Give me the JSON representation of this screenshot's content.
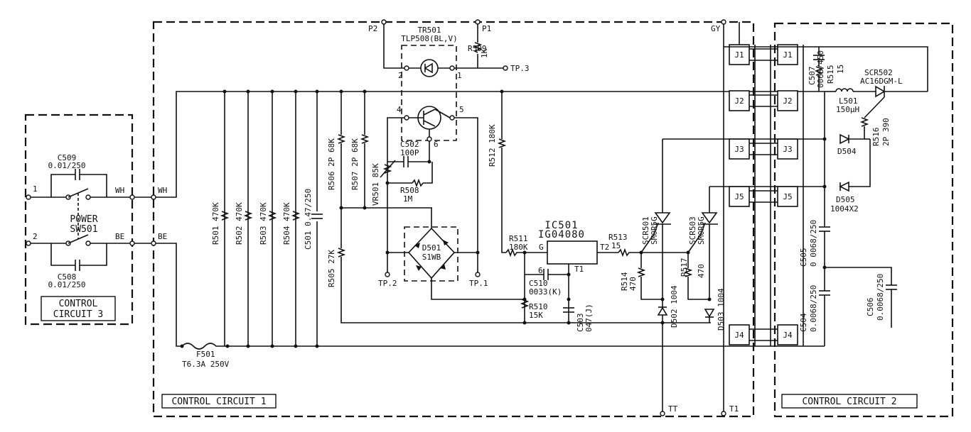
{
  "blocks": {
    "control_circuit_1": "CONTROL CIRCUIT 1",
    "control_circuit_2": "CONTROL CIRCUIT 2",
    "control_circuit_3_line1": "CONTROL",
    "control_circuit_3_line2": "CIRCUIT 3"
  },
  "switch": {
    "name_line1": "POWER",
    "name_line2": "SW501",
    "pin1": "1",
    "pin2": "2",
    "wh_left": "WH",
    "be_left": "BE",
    "wh_right": "WH",
    "be_right": "BE"
  },
  "components": {
    "c509_name": "C509",
    "c509_value": "0.01/250",
    "c508_name": "C508",
    "c508_value": "0.01/250",
    "r501": "R501 470K",
    "r502": "R502 470K",
    "r503": "R503 470K",
    "r504": "R504 470K",
    "c501": "C501 0.47/250",
    "f501_name": "F501",
    "f501_value": "T6.3A 250V",
    "tr501_name": "TR501",
    "tr501_value": "TLP508(BL,V)",
    "r509_name": "R509",
    "r509_value": "1K",
    "r506": "R506 2P 68K",
    "r507": "R507 2P 68K",
    "vr501": "VR501 85K",
    "c502_name": "C502",
    "c502_value": "100P",
    "r508_name": "R508",
    "r508_value": "1M",
    "r512": "R512 180K",
    "d501_name": "D501",
    "d501_value": "S1WB",
    "r505": "R505 27K",
    "r511_name": "R511",
    "r511_value": "180K",
    "ic501_name": "IC501",
    "ic501_value": "IG04080",
    "c510_name": "C510",
    "c510_value": "0033(K)",
    "r510_name": "R510",
    "r510_value": "15K",
    "c503_name": "C503",
    "c503_value": "047(J)",
    "r513_name": "R513",
    "r513_value": "15",
    "r514_name": "R514",
    "r514_value": "470",
    "scr501_name": "SCR501",
    "scr501_value": "SM0R5G",
    "scr503_name": "SCR503",
    "scr503_value": "SM0R5G",
    "r517_name": "R517",
    "r517_value": "470",
    "d502": "D502 1004",
    "d503": "D503 1004",
    "c507_name": "C507",
    "c507_value": "0068/450",
    "r515_name": "R515",
    "r515_value": "15",
    "l501_name": "L501",
    "l501_value": "150μH",
    "scr502_name": "SCR502",
    "scr502_value": "AC16DGM-L",
    "r516_name": "R516",
    "r516_value": "2P 390",
    "d504": "D504",
    "d505_name": "D505",
    "d505_value": "1004X2",
    "c505_name": "C505",
    "c505_value": "0 0068/250",
    "c504_name": "C504",
    "c504_value": "0.0068/250",
    "c506_name": "C506",
    "c506_value": "0.0068/250"
  },
  "pins": {
    "p2": "P2",
    "p1": "P1",
    "gy": "GY",
    "tr_pin2": "2",
    "tr_pin1": "1",
    "tr_pin4": "4",
    "tr_pin5": "5",
    "tr_pin6": "6",
    "ic_g": "G",
    "ic_t2": "T2",
    "ic_t1": "T1",
    "ic_6": "6",
    "tp1": "TP.1",
    "tp2": "TP.2",
    "tp3": "TP.3",
    "tt": "TT",
    "t1": "T1"
  },
  "connectors_left": [
    "J1",
    "J2",
    "J3",
    "J5",
    "J4"
  ],
  "connectors_right": [
    "J1",
    "J2",
    "J3",
    "J5",
    "J4"
  ]
}
